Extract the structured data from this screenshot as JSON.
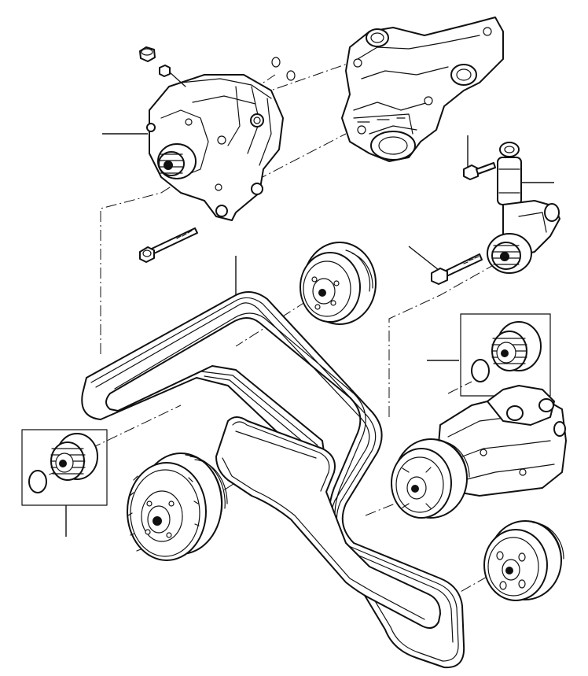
{
  "diagram": {
    "parts": [
      {
        "id": "alternator"
      },
      {
        "id": "engine-bracket"
      },
      {
        "id": "belt-tensioner"
      },
      {
        "id": "idler-pulley-upper"
      },
      {
        "id": "idler-pulley-left"
      },
      {
        "id": "water-pump-pulley"
      },
      {
        "id": "crankshaft-pulley"
      },
      {
        "id": "ac-compressor"
      },
      {
        "id": "power-steering-pulley"
      },
      {
        "id": "drive-belt-long"
      },
      {
        "id": "drive-belt-short"
      }
    ]
  }
}
